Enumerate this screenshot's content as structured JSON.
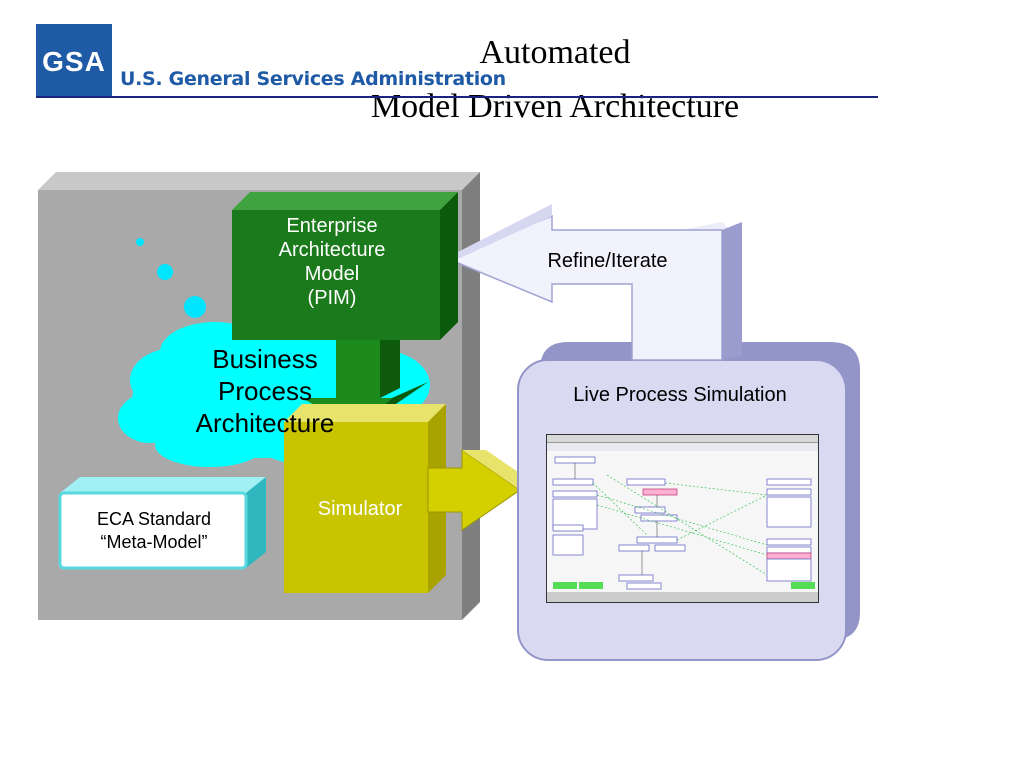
{
  "header": {
    "logo_text": "GSA",
    "agency_name": "U.S. General Services Administration",
    "title_line1": "Automated",
    "title_line2": "Model Driven Architecture"
  },
  "diagram": {
    "enterprise_model_lines": [
      "Enterprise",
      "Architecture",
      "Model",
      "(PIM)"
    ],
    "refine_label": "Refine/Iterate",
    "business_process_lines": [
      "Business",
      "Process",
      "Architecture"
    ],
    "eca_lines": [
      "ECA Standard",
      "“Meta-Model”"
    ],
    "simulator_label": "Simulator",
    "live_sim_label": "Live Process Simulation"
  },
  "colors": {
    "gsa_blue": "#1f5aa6",
    "rule": "#1a237e",
    "enterprise_green": "#1b7a1b",
    "simulator_yellow": "#c8c400",
    "cloud_cyan": "#00e5ff",
    "eca_cyan": "#5ad8e0",
    "panel_lavender": "#d9daf2",
    "panel_grey": "#a9a9a9"
  }
}
